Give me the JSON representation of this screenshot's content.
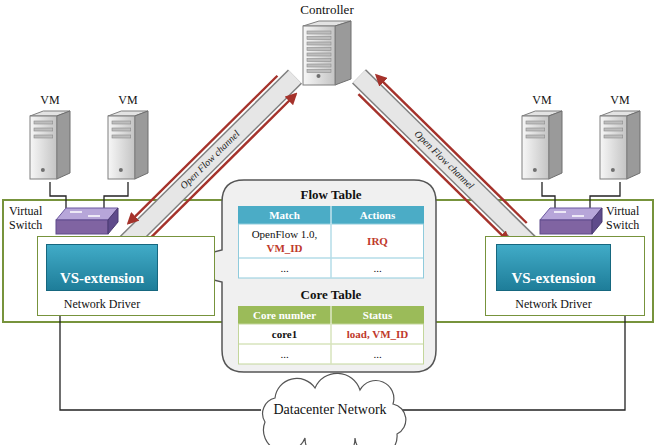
{
  "diagram": {
    "nodes": [
      {
        "text": [
          "Controller"
        ]
      },
      {
        "text": [
          "VM"
        ]
      },
      {
        "text": [
          "VM"
        ]
      },
      {
        "text": [
          "VM"
        ]
      },
      {
        "text": [
          "VM"
        ]
      },
      {
        "text": [
          "Virtual Switch"
        ]
      },
      {
        "text": [
          "Network Driver"
        ]
      },
      {
        "text": [
          "VS-extension"
        ],
        "in": 6
      },
      {
        "text": [
          "Flow Table"
        ]
      },
      {
        "text": [
          "Core Table"
        ]
      },
      {
        "text": [
          "Virtual Switch"
        ]
      },
      {
        "text": [
          "Network Driver"
        ]
      },
      {
        "text": [
          "VS-extension"
        ],
        "in": 11
      },
      {
        "text": [
          "Datacenter Network"
        ]
      }
    ],
    "edges": [
      {
        "from": 0,
        "to": 7,
        "arrow": "both",
        "label": "Open Flow channel"
      },
      {
        "from": 0,
        "to": 12,
        "arrow": "both",
        "label": "Open Flow channel"
      },
      {
        "from": 1,
        "to": 5,
        "arrow": "none"
      },
      {
        "from": 2,
        "to": 5,
        "arrow": "none"
      },
      {
        "from": 3,
        "to": 10,
        "arrow": "none"
      },
      {
        "from": 4,
        "to": 10,
        "arrow": "none"
      },
      {
        "from": 6,
        "to": 13,
        "arrow": "none"
      },
      {
        "from": 11,
        "to": 13,
        "arrow": "none"
      }
    ],
    "labels": [
      "Match",
      "Actions",
      "OpenFlow 1.0,",
      "VM_ID",
      "IRQ",
      "...",
      "...",
      "Core number",
      "Status",
      "core1",
      "load, VM_ID",
      "...",
      "..."
    ]
  }
}
